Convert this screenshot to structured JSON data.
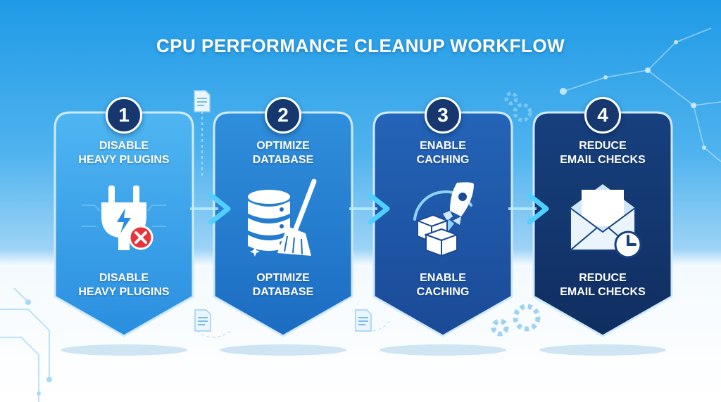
{
  "title": "CPU PERFORMANCE CLEANUP WORKFLOW",
  "steps": [
    {
      "number": "1",
      "title": "DISABLE\nHEAVY PLUGINS",
      "caption": "DISABLE\nHEAVY PLUGINS",
      "icon": "plug-disabled-icon",
      "color_top": "#4fb6f2",
      "color_bottom": "#2a8ee0"
    },
    {
      "number": "2",
      "title": "OPTIMIZE\nDATABASE",
      "caption": "OPTIMIZE\nDATABASE",
      "icon": "database-broom-icon",
      "color_top": "#2f8fdc",
      "color_bottom": "#1c6cc2"
    },
    {
      "number": "3",
      "title": "ENABLE\nCACHING",
      "caption": "ENABLE\nCACHING",
      "icon": "rocket-boxes-icon",
      "color_top": "#2464b8",
      "color_bottom": "#1a4a96"
    },
    {
      "number": "4",
      "title": "REDUCE\nEMAIL CHECKS",
      "caption": "REDUCE\nEMAIL CHECKS",
      "icon": "envelope-clock-icon",
      "color_top": "#17407e",
      "color_bottom": "#102e60"
    }
  ],
  "colors": {
    "badge": "#16386f",
    "alert_red": "#e8333a",
    "arrow": "#4fd0ff"
  }
}
